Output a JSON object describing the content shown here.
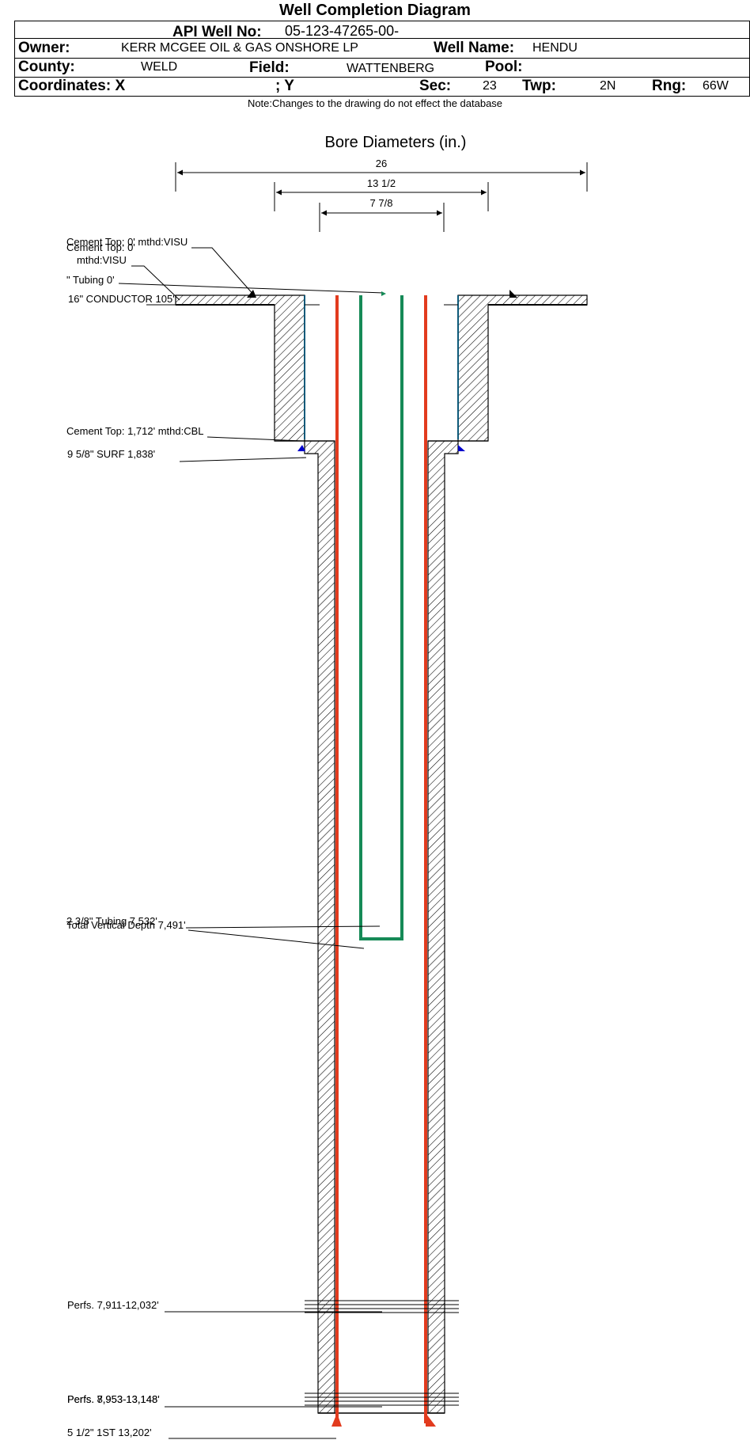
{
  "title": "Well Completion Diagram",
  "header": {
    "api_label": "API Well No:",
    "api_value": "05-123-47265-00-",
    "owner_label": "Owner:",
    "owner_value": "KERR MCGEE OIL & GAS ONSHORE LP",
    "well_name_label": "Well Name:",
    "well_name_value": "HENDU",
    "county_label": "County:",
    "county_value": "WELD",
    "field_label": "Field:",
    "field_value": "WATTENBERG",
    "pool_label": "Pool:",
    "pool_value": "",
    "coord_label": "Coordinates: X",
    "coord_y_label": "; Y",
    "sec_label": "Sec:",
    "sec_value": "23",
    "twp_label": "Twp:",
    "twp_value": "2N",
    "rng_label": "Rng:",
    "rng_value": "66W"
  },
  "note": "Note:Changes to the drawing do not effect the database",
  "diagram": {
    "bore_title": "Bore Diameters (in.)",
    "bore_dims": [
      "26",
      "13 1/2",
      "7 7/8"
    ],
    "labels": {
      "cement_top_1": "Cement Top: 0' mthd:VISU",
      "cement_top_2": "Cement Top: 0'",
      "cement_top_2b": "mthd:VISU",
      "tubing_top": "\" Tubing 0'",
      "conductor": "16\" CONDUCTOR  105'",
      "cement_top_3": "Cement Top: 1,712' mthd:CBL",
      "surf_casing": "9 5/8\" SURF        1,838'",
      "tubing_depth": "2 3/8\" Tubing 7,532'",
      "tvd": "Total Vertical Depth 7,491'",
      "perfs_1": "Perfs. 7,911-12,032'",
      "perfs_2": "Perfs. 8,953-13,148'",
      "perfs_3": "Perfs. 7,953-13,148'",
      "prod_casing": "5 1/2\" 1ST        13,202'"
    }
  },
  "colors": {
    "tubing": "#168a57",
    "prod_casing": "#e23b1e",
    "casing_line": "#0d5a7a",
    "hatch": "#000000"
  }
}
